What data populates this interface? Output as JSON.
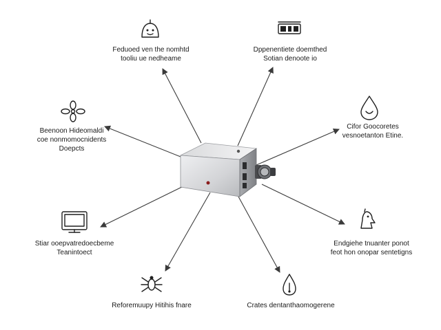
{
  "labels": {
    "top_left": [
      "Feduoed ven the nomhtd",
      "tooliu ue nedheame"
    ],
    "top_right": [
      "Dppenentiete doemthed",
      "Sotian denoote io"
    ],
    "mid_left": [
      "Beenoon  Hideomaldi",
      "coe nonmomocnidents",
      "Doepcts"
    ],
    "mid_right": [
      "Cifor Goocoretes",
      "vesnoetanton Etine."
    ],
    "low_left": [
      "Stiar ooepvatredoecbeme",
      "Teanintoect"
    ],
    "low_right": [
      "Endgiehe tnuanter ponot",
      "feot hon onopar sentetigns"
    ],
    "bottom_left": [
      "Reforemuupy Hitihis fnare"
    ],
    "bottom_right": [
      "Crates dentanthaomogerene"
    ]
  },
  "icons": {
    "top_left": "bell-face-icon",
    "top_right": "device-panel-icon",
    "mid_left": "fan-icon",
    "mid_right": "droplet-icon",
    "low_left": "monitor-icon",
    "low_right": "figure-icon",
    "bottom_left": "insect-icon",
    "bottom_right": "drop-pressure-icon"
  },
  "colors": {
    "arrow": "#3a3a3a",
    "box_light": "#e8e8ea",
    "box_mid": "#c9cacd",
    "box_dark": "#9ea0a4",
    "indicator": "#8a1d1d"
  }
}
